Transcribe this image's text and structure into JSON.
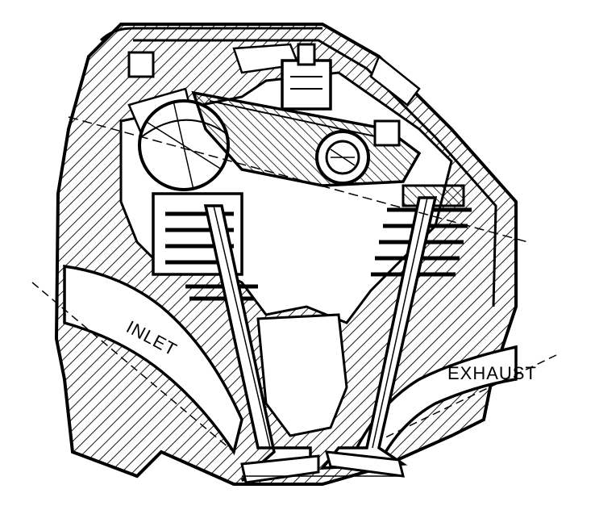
{
  "figure": {
    "colors": {
      "ink": "#000000",
      "paper": "#ffffff"
    },
    "labels": {
      "inlet": "INLET",
      "exhaust": "EXHAUST"
    },
    "parts": {
      "cylinder_head": "cylinder-head-cross-section",
      "camshaft": "camshaft",
      "rocker_arm": "rocker-arm",
      "rocker_shaft": "rocker-shaft",
      "inlet_valve": "inlet-valve",
      "exhaust_valve": "exhaust-valve",
      "inlet_port": "inlet-port",
      "exhaust_port": "exhaust-port"
    }
  }
}
